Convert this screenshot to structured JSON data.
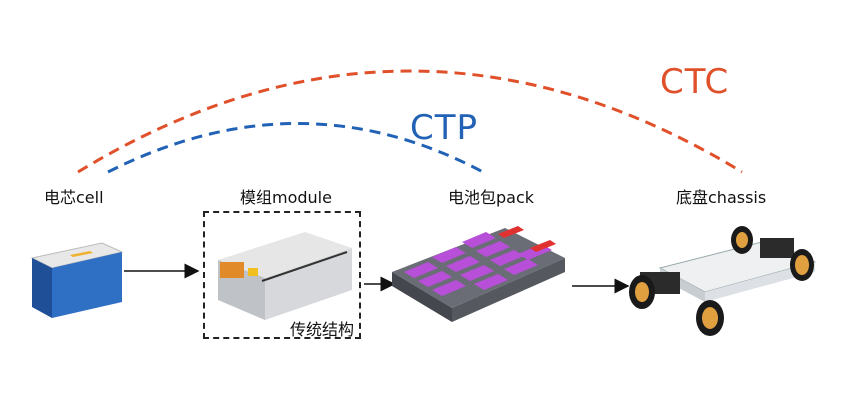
{
  "colors": {
    "ctc": "#e0502a",
    "ctp": "#2262b6",
    "arrow": "#111111",
    "cell_body": "#2f6fc4",
    "module_body": "#cfd2d6",
    "pack_tray": "#6a6d75",
    "pack_cells": "#b84fd8",
    "chassis_frame": "#2b2b2b",
    "wheel_rim": "#e0a040"
  },
  "arcs": {
    "ctc_label": "CTC",
    "ctp_label": "CTP"
  },
  "stages": {
    "cell": "电芯cell",
    "module": "模组module",
    "pack": "电池包pack",
    "chassis": "底盘chassis"
  },
  "module_box_caption": "传统结构"
}
